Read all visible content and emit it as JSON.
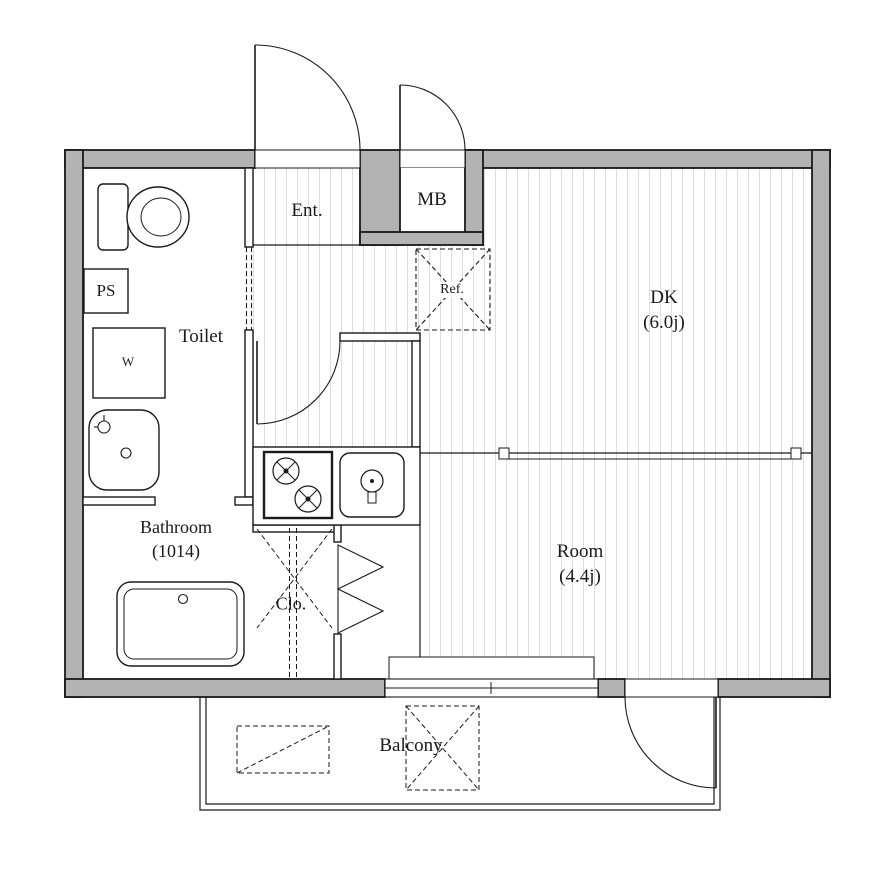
{
  "colors": {
    "wall_fill": "#b3b3b3",
    "line": "#1a1a1a",
    "floor_stripe": "#dddddd",
    "background": "#ffffff"
  },
  "rooms": {
    "entrance": {
      "label": "Ent."
    },
    "meter_box": {
      "label": "MB"
    },
    "dining_kitchen": {
      "label": "DK",
      "size": "(6.0j)"
    },
    "living_room": {
      "label": "Room",
      "size": "(4.4j)"
    },
    "toilet": {
      "label": "Toilet"
    },
    "pipe_space": {
      "label": "PS"
    },
    "washer": {
      "label": "W"
    },
    "bathroom": {
      "label": "Bathroom",
      "size": "(1014)"
    },
    "closet": {
      "label": "Clo."
    },
    "refrigerator": {
      "label": "Ref."
    },
    "balcony": {
      "label": "Balcony"
    }
  }
}
